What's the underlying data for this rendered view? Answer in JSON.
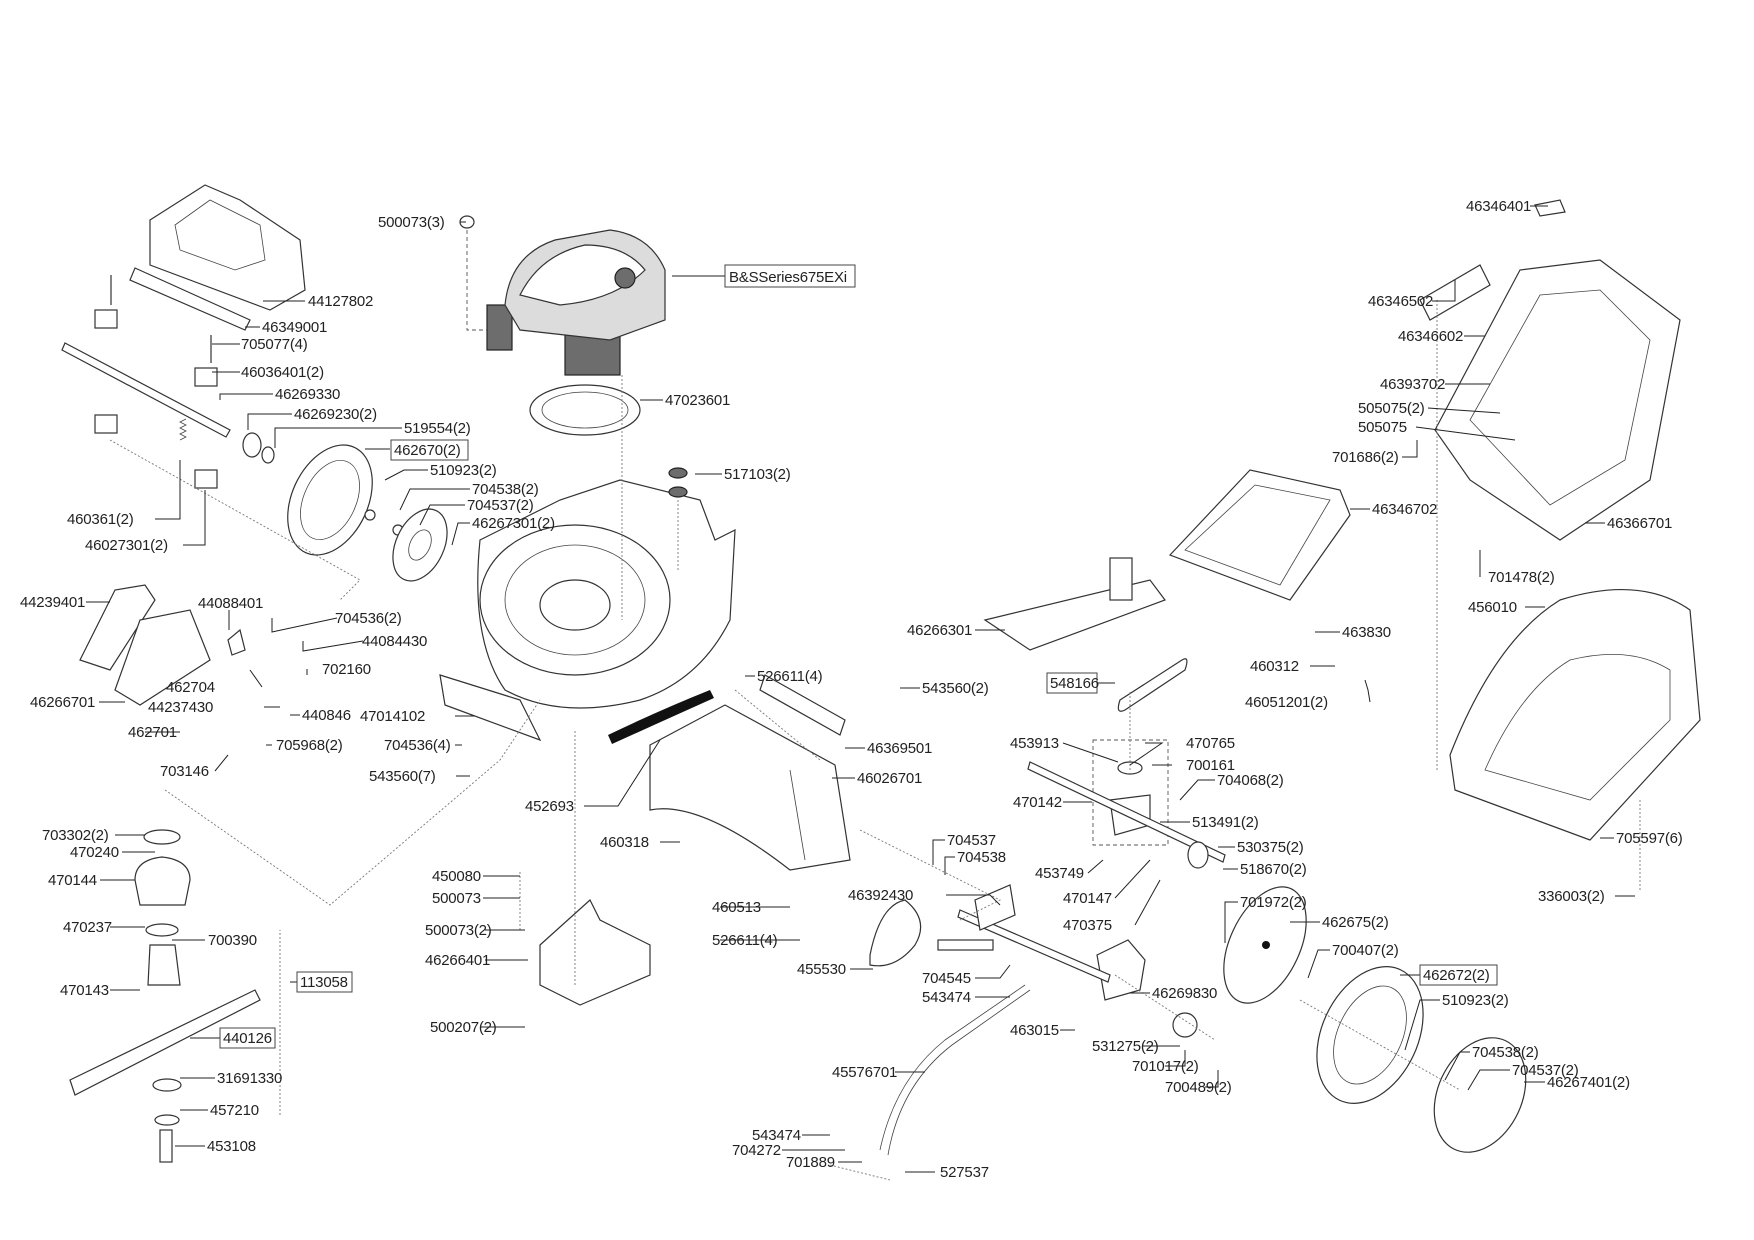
{
  "diagram": {
    "title": "Lawn mower exploded parts diagram",
    "colors": {
      "line": "#222222",
      "engine_grey": "#6d6d6d",
      "label": "#222222",
      "background": "#ffffff"
    },
    "labels": [
      {
        "id": "500073-3",
        "text": "500073(3)",
        "boxed": false
      },
      {
        "id": "bs-series",
        "text": "B&SSeries675EXi",
        "boxed": true
      },
      {
        "id": "44127802",
        "text": "44127802",
        "boxed": false
      },
      {
        "id": "46349001",
        "text": "46349001",
        "boxed": false
      },
      {
        "id": "705077-4",
        "text": "705077(4)",
        "boxed": false
      },
      {
        "id": "46036401-2",
        "text": "46036401(2)",
        "boxed": false
      },
      {
        "id": "46269330",
        "text": "46269330",
        "boxed": false
      },
      {
        "id": "46269230-2",
        "text": "46269230(2)",
        "boxed": false
      },
      {
        "id": "519554-2",
        "text": "519554(2)",
        "boxed": false
      },
      {
        "id": "462670-2",
        "text": "462670(2)",
        "boxed": true
      },
      {
        "id": "510923-2a",
        "text": "510923(2)",
        "boxed": false
      },
      {
        "id": "704538-2a",
        "text": "704538(2)",
        "boxed": false
      },
      {
        "id": "704537-2a",
        "text": "704537(2)",
        "boxed": false
      },
      {
        "id": "46267301-2",
        "text": "46267301(2)",
        "boxed": false
      },
      {
        "id": "460361-2",
        "text": "460361(2)",
        "boxed": false
      },
      {
        "id": "46027301-2",
        "text": "46027301(2)",
        "boxed": false
      },
      {
        "id": "47023601",
        "text": "47023601",
        "boxed": false
      },
      {
        "id": "517103-2",
        "text": "517103(2)",
        "boxed": false
      },
      {
        "id": "44239401",
        "text": "44239401",
        "boxed": false
      },
      {
        "id": "44088401",
        "text": "44088401",
        "boxed": false
      },
      {
        "id": "704536-2",
        "text": "704536(2)",
        "boxed": false
      },
      {
        "id": "44084430",
        "text": "44084430",
        "boxed": false
      },
      {
        "id": "702160",
        "text": "702160",
        "boxed": false
      },
      {
        "id": "462704",
        "text": "462704",
        "boxed": false
      },
      {
        "id": "44237430",
        "text": "44237430",
        "boxed": false
      },
      {
        "id": "440846",
        "text": "440846",
        "boxed": false
      },
      {
        "id": "46266701",
        "text": "46266701",
        "boxed": false
      },
      {
        "id": "47014102",
        "text": "47014102",
        "boxed": false
      },
      {
        "id": "462701",
        "text": "462701",
        "boxed": false
      },
      {
        "id": "705968-2",
        "text": "705968(2)",
        "boxed": false
      },
      {
        "id": "704536-4",
        "text": "704536(4)",
        "boxed": false
      },
      {
        "id": "703146",
        "text": "703146",
        "boxed": false
      },
      {
        "id": "543560-7",
        "text": "543560(7)",
        "boxed": false
      },
      {
        "id": "526611-4a",
        "text": "526611(4)",
        "boxed": false
      },
      {
        "id": "543560-2",
        "text": "543560(2)",
        "boxed": false
      },
      {
        "id": "46369501",
        "text": "46369501",
        "boxed": false
      },
      {
        "id": "46026701",
        "text": "46026701",
        "boxed": false
      },
      {
        "id": "452693",
        "text": "452693",
        "boxed": false
      },
      {
        "id": "703302-2",
        "text": "703302(2)",
        "boxed": false
      },
      {
        "id": "470240",
        "text": "470240",
        "boxed": false
      },
      {
        "id": "470144",
        "text": "470144",
        "boxed": false
      },
      {
        "id": "470237",
        "text": "470237",
        "boxed": false
      },
      {
        "id": "700390",
        "text": "700390",
        "boxed": false
      },
      {
        "id": "470143",
        "text": "470143",
        "boxed": false
      },
      {
        "id": "113058",
        "text": "113058",
        "boxed": true
      },
      {
        "id": "440126",
        "text": "440126",
        "boxed": true
      },
      {
        "id": "31691330",
        "text": "31691330",
        "boxed": false
      },
      {
        "id": "457210",
        "text": "457210",
        "boxed": false
      },
      {
        "id": "453108",
        "text": "453108",
        "boxed": false
      },
      {
        "id": "460318",
        "text": "460318",
        "boxed": false
      },
      {
        "id": "450080",
        "text": "450080",
        "boxed": false
      },
      {
        "id": "500073",
        "text": "500073",
        "boxed": false
      },
      {
        "id": "460513",
        "text": "460513",
        "boxed": false
      },
      {
        "id": "526611-4b",
        "text": "526611(4)",
        "boxed": false
      },
      {
        "id": "500073-2",
        "text": "500073(2)",
        "boxed": false
      },
      {
        "id": "46266401",
        "text": "46266401",
        "boxed": false
      },
      {
        "id": "500207-2",
        "text": "500207(2)",
        "boxed": false
      },
      {
        "id": "46266301",
        "text": "46266301",
        "boxed": false
      },
      {
        "id": "548166",
        "text": "548166",
        "boxed": true
      },
      {
        "id": "453913",
        "text": "453913",
        "boxed": false
      },
      {
        "id": "470765",
        "text": "470765",
        "boxed": false
      },
      {
        "id": "700161",
        "text": "700161",
        "boxed": false
      },
      {
        "id": "470142",
        "text": "470142",
        "boxed": false
      },
      {
        "id": "704068-2",
        "text": "704068(2)",
        "boxed": false
      },
      {
        "id": "513491-2",
        "text": "513491(2)",
        "boxed": false
      },
      {
        "id": "530375-2",
        "text": "530375(2)",
        "boxed": false
      },
      {
        "id": "453749",
        "text": "453749",
        "boxed": false
      },
      {
        "id": "518670-2",
        "text": "518670(2)",
        "boxed": false
      },
      {
        "id": "470147",
        "text": "470147",
        "boxed": false
      },
      {
        "id": "470375",
        "text": "470375",
        "boxed": false
      },
      {
        "id": "704537",
        "text": "704537",
        "boxed": false
      },
      {
        "id": "704538",
        "text": "704538",
        "boxed": false
      },
      {
        "id": "46392430",
        "text": "46392430",
        "boxed": false
      },
      {
        "id": "455530",
        "text": "455530",
        "boxed": false
      },
      {
        "id": "704545",
        "text": "704545",
        "boxed": false
      },
      {
        "id": "543474a",
        "text": "543474",
        "boxed": false
      },
      {
        "id": "46269830",
        "text": "46269830",
        "boxed": false
      },
      {
        "id": "463015",
        "text": "463015",
        "boxed": false
      },
      {
        "id": "531275-2",
        "text": "531275(2)",
        "boxed": false
      },
      {
        "id": "701017-2",
        "text": "701017(2)",
        "boxed": false
      },
      {
        "id": "700489-2",
        "text": "700489(2)",
        "boxed": false
      },
      {
        "id": "45576701",
        "text": "45576701",
        "boxed": false
      },
      {
        "id": "543474b",
        "text": "543474",
        "boxed": false
      },
      {
        "id": "704272",
        "text": "704272",
        "boxed": false
      },
      {
        "id": "701889",
        "text": "701889",
        "boxed": false
      },
      {
        "id": "527537",
        "text": "527537",
        "boxed": false
      },
      {
        "id": "701972-2",
        "text": "701972(2)",
        "boxed": false
      },
      {
        "id": "462675-2",
        "text": "462675(2)",
        "boxed": false
      },
      {
        "id": "700407-2",
        "text": "700407(2)",
        "boxed": false
      },
      {
        "id": "462672-2",
        "text": "462672(2)",
        "boxed": true
      },
      {
        "id": "510923-2b",
        "text": "510923(2)",
        "boxed": false
      },
      {
        "id": "704538-2b",
        "text": "704538(2)",
        "boxed": false
      },
      {
        "id": "704537-2b",
        "text": "704537(2)",
        "boxed": false
      },
      {
        "id": "46267401-2",
        "text": "46267401(2)",
        "boxed": false
      },
      {
        "id": "46346401",
        "text": "46346401",
        "boxed": false
      },
      {
        "id": "46346502",
        "text": "46346502",
        "boxed": false
      },
      {
        "id": "46346602",
        "text": "46346602",
        "boxed": false
      },
      {
        "id": "46393702",
        "text": "46393702",
        "boxed": false
      },
      {
        "id": "505075-2",
        "text": "505075(2)",
        "boxed": false
      },
      {
        "id": "505075",
        "text": "505075",
        "boxed": false
      },
      {
        "id": "701686-2",
        "text": "701686(2)",
        "boxed": false
      },
      {
        "id": "46346702",
        "text": "46346702",
        "boxed": false
      },
      {
        "id": "46366701",
        "text": "46366701",
        "boxed": false
      },
      {
        "id": "701478-2",
        "text": "701478(2)",
        "boxed": false
      },
      {
        "id": "456010",
        "text": "456010",
        "boxed": false
      },
      {
        "id": "463830",
        "text": "463830",
        "boxed": false
      },
      {
        "id": "460312",
        "text": "460312",
        "boxed": false
      },
      {
        "id": "46051201-2",
        "text": "46051201(2)",
        "boxed": false
      },
      {
        "id": "705597-6",
        "text": "705597(6)",
        "boxed": false
      },
      {
        "id": "336003-2",
        "text": "336003(2)",
        "boxed": false
      }
    ]
  }
}
